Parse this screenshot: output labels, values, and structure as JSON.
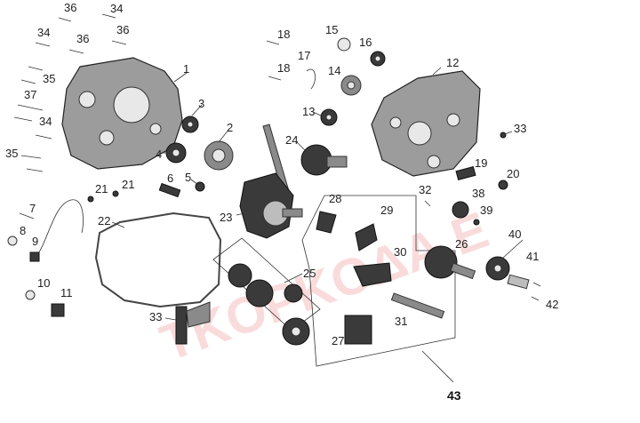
{
  "watermark": "TKOPKOΔA.E",
  "callouts": [
    "1",
    "2",
    "3",
    "4",
    "5",
    "6",
    "7",
    "8",
    "9",
    "10",
    "11",
    "12",
    "13",
    "14",
    "15",
    "16",
    "17",
    "18",
    "18",
    "19",
    "20",
    "21",
    "21",
    "22",
    "23",
    "24",
    "25",
    "26",
    "27",
    "28",
    "29",
    "30",
    "31",
    "32",
    "33",
    "33",
    "34",
    "34",
    "34",
    "35",
    "35",
    "36",
    "36",
    "36",
    "37",
    "38",
    "39",
    "40",
    "41",
    "42",
    "43"
  ],
  "colors": {
    "watermark": "#e23a3a",
    "line": "#333333",
    "part": "#8a8a8a"
  }
}
